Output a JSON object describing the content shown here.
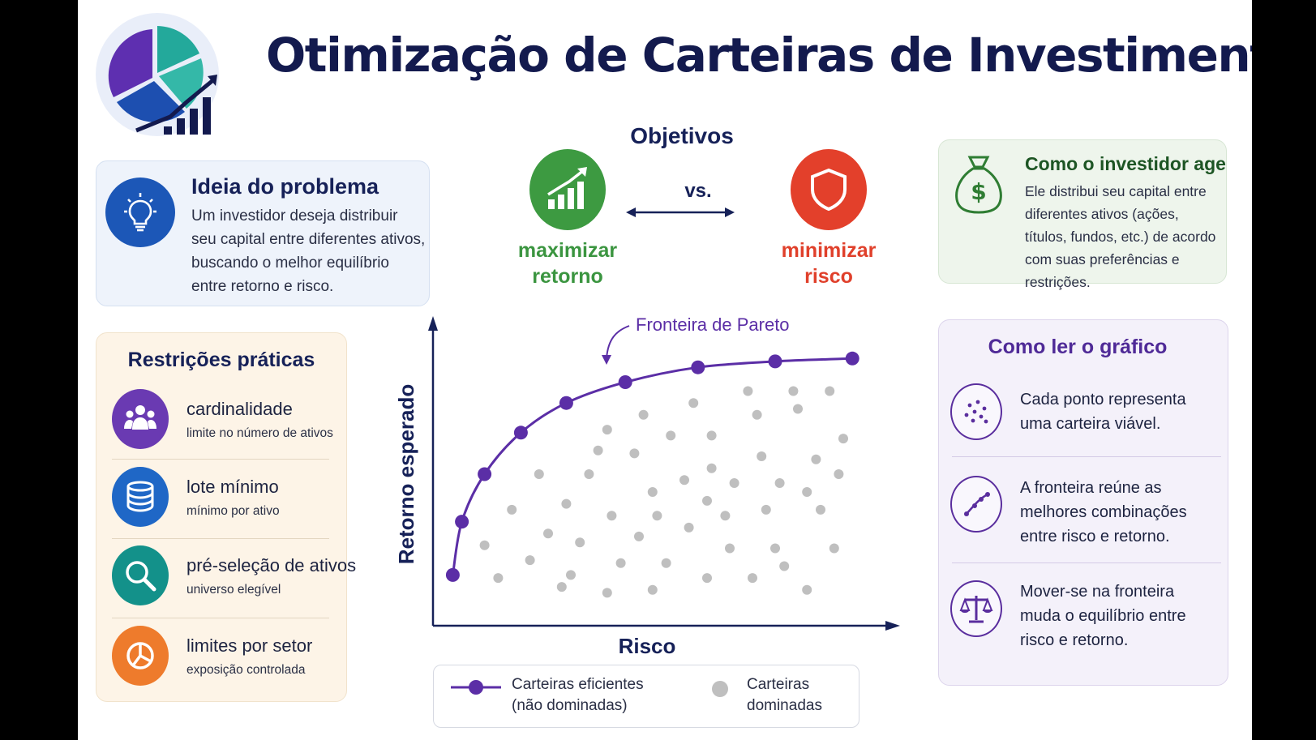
{
  "title": "Otimização de Carteiras de Investimentos",
  "idea": {
    "title": "Ideia do problema",
    "text": "Um investidor deseja distribuir seu capital entre diferentes ativos, buscando o melhor equilíbrio entre retorno e risco.",
    "icon": "lightbulb-icon"
  },
  "objectives": {
    "title": "Objetivos",
    "vs": "vs.",
    "maximize": {
      "line1": "maximizar",
      "line2": "retorno",
      "color": "#3d9a41",
      "icon": "growth-chart-icon"
    },
    "minimize": {
      "line1": "minimizar",
      "line2": "risco",
      "color": "#e3402b",
      "icon": "shield-icon"
    }
  },
  "investor": {
    "title": "Como o investidor age",
    "text": "Ele distribui seu capital entre diferentes ativos (ações, títulos, fundos, etc.) de acordo com suas preferências e restrições.",
    "icon": "money-bag-icon"
  },
  "restrictions": {
    "title": "Restrições práticas",
    "items": [
      {
        "name": "cardinalidade",
        "sub": "limite no número de ativos",
        "color": "#6a3ab2",
        "icon": "people-icon"
      },
      {
        "name": "lote mínimo",
        "sub": "mínimo por ativo",
        "color": "#1f67c6",
        "icon": "coin-stack-icon"
      },
      {
        "name": "pré-seleção de ativos",
        "sub": "universo elegível",
        "color": "#13918a",
        "icon": "magnifier-icon"
      },
      {
        "name": "limites por setor",
        "sub": "exposição controlada",
        "color": "#ee7b2c",
        "icon": "pie-chart-icon"
      }
    ]
  },
  "chart_data": {
    "type": "scatter",
    "title": "",
    "annotation": "Fronteira de Pareto",
    "xlabel": "Risco",
    "ylabel": "Retorno esperado",
    "xlim": [
      0,
      100
    ],
    "ylim": [
      0,
      100
    ],
    "grid": false,
    "legend_placement": "bottom",
    "series": [
      {
        "name": "Carteiras eficientes (não dominadas)",
        "style": "line+markers",
        "color": "#5b2ea6",
        "points": [
          [
            4,
            16
          ],
          [
            6,
            34
          ],
          [
            11,
            50
          ],
          [
            19,
            64
          ],
          [
            29,
            74
          ],
          [
            42,
            81
          ],
          [
            58,
            86
          ],
          [
            75,
            88
          ],
          [
            92,
            89
          ]
        ]
      },
      {
        "name": "Carteiras dominadas",
        "style": "markers",
        "color": "#bfbfbf",
        "points": [
          [
            69,
            78
          ],
          [
            79,
            78
          ],
          [
            87,
            78
          ],
          [
            57,
            74
          ],
          [
            80,
            72
          ],
          [
            46,
            70
          ],
          [
            71,
            70
          ],
          [
            38,
            65
          ],
          [
            52,
            63
          ],
          [
            61,
            63
          ],
          [
            90,
            62
          ],
          [
            36,
            58
          ],
          [
            44,
            57
          ],
          [
            72,
            56
          ],
          [
            84,
            55
          ],
          [
            61,
            52
          ],
          [
            89,
            50
          ],
          [
            23,
            50
          ],
          [
            34,
            50
          ],
          [
            55,
            48
          ],
          [
            66,
            47
          ],
          [
            76,
            47
          ],
          [
            48,
            44
          ],
          [
            82,
            44
          ],
          [
            60,
            41
          ],
          [
            29,
            40
          ],
          [
            17,
            38
          ],
          [
            39,
            36
          ],
          [
            49,
            36
          ],
          [
            64,
            36
          ],
          [
            73,
            38
          ],
          [
            85,
            38
          ],
          [
            56,
            32
          ],
          [
            25,
            30
          ],
          [
            45,
            29
          ],
          [
            32,
            27
          ],
          [
            11,
            26
          ],
          [
            65,
            25
          ],
          [
            88,
            25
          ],
          [
            75,
            25
          ],
          [
            21,
            21
          ],
          [
            41,
            20
          ],
          [
            51,
            20
          ],
          [
            30,
            16
          ],
          [
            14,
            15
          ],
          [
            60,
            15
          ],
          [
            77,
            19
          ],
          [
            70,
            15
          ],
          [
            38,
            10
          ],
          [
            48,
            11
          ],
          [
            82,
            11
          ],
          [
            28,
            12
          ]
        ]
      }
    ]
  },
  "legend": {
    "efficient": {
      "line1": "Carteiras eficientes",
      "line2": "(não dominadas)"
    },
    "dominated": {
      "line1": "Carteiras",
      "line2": "dominadas"
    }
  },
  "reading": {
    "title": "Como ler o gráfico",
    "items": [
      {
        "text": "Cada ponto representa uma carteira viável.",
        "icon": "dots-icon"
      },
      {
        "text": "A fronteira reúne as melhores combinações entre risco e retorno.",
        "icon": "curve-icon"
      },
      {
        "text": "Mover-se na fronteira muda o equilíbrio entre risco e retorno.",
        "icon": "balance-scale-icon"
      }
    ]
  }
}
